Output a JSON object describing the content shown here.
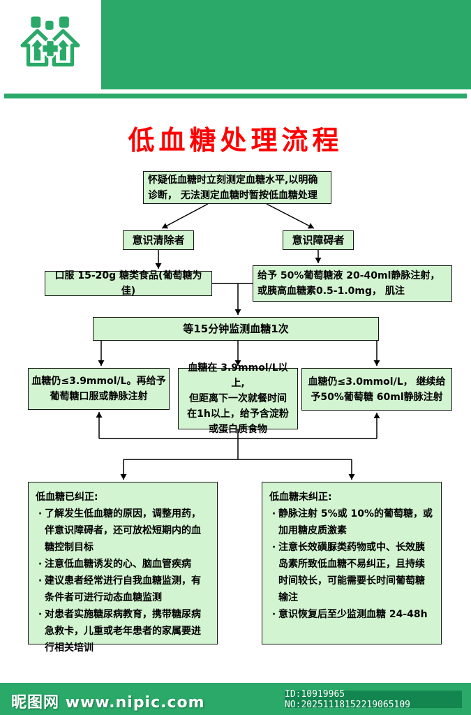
{
  "page": {
    "title": "低血糖处理流程",
    "title_color": "#ff0000",
    "brand_green": "#2aa968",
    "box_fill_green": "#d2f4d0",
    "id_box_green": "#13854f"
  },
  "header": {
    "logo_name": "community-health-house-cross-logo"
  },
  "flow": {
    "suspect": "怀疑低血糖时立刻测定血糖水平,以明确\n诊断， 无法测定血糖时暂按低血糖处理",
    "conscious": "意识清除者",
    "impaired": "意识障碍者",
    "oral_sugar": "口服 15-20g 糖类食品(葡萄糖为佳)",
    "iv_glucose": "给予 50%葡萄糖液 20-40ml静脉注射，\n或胰高血糖素0.5-1.0mg， 肌注",
    "monitor": "等15分钟监测血糖1次",
    "result_low": "血糖仍≤3.9mmol/L。再给予\n葡萄糖口服或静脉注射",
    "result_mid": "血糖在 3.9mmol/L以上,\n但距离下一次就餐时间\n在1h以上，给予含淀粉\n或蛋白质食物",
    "result_severe": "血糖仍≤3.0mmol/L， 继续给\n予50%葡萄糖 60ml静脉注射",
    "corrected": {
      "title": "低血糖已纠正:",
      "items": [
        "了解发生低血糖的原因，调整用药，伴意识障碍者，还可放松短期内的血糖控制目标",
        "注意低血糖诱发的心、脑血管疾病",
        "建议患者经常进行自我血糖监测，有条件者可进行动态血糖监测",
        "对患者实施糖尿病教育，携带糖尿病急救卡，儿重或老年患者的家属要进行相关培训"
      ]
    },
    "uncorrected": {
      "title": "低血糖未纠正:",
      "items": [
        "静脉注射 5%或 10%的葡萄糖，或加用糖皮质激素",
        "注意长效磺脲类药物或中、长效胰岛素所致低血糖不易纠正，且持续时间较长，可能需要长时间葡萄糖输注",
        "意识恢复后至少监测血糖 24-48h"
      ]
    }
  },
  "footer": {
    "site_name": "昵图网",
    "site_url": "www.nipic.com",
    "id_text": "ID:10919965 NO:20251118152219065109"
  }
}
